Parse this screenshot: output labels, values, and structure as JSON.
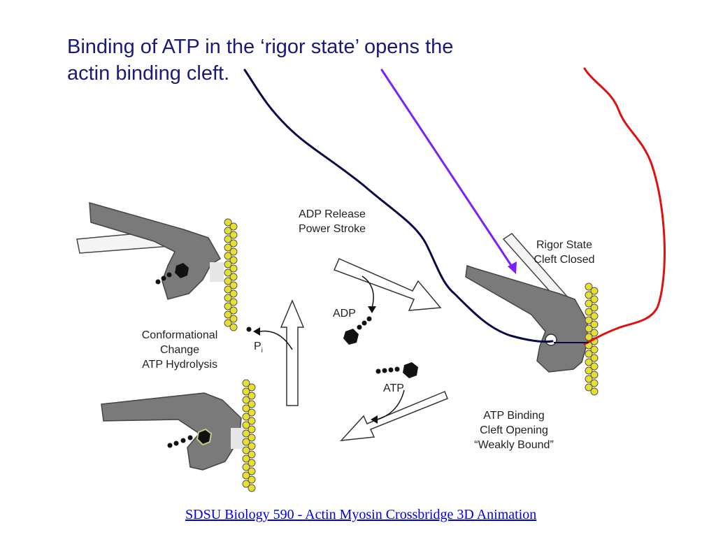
{
  "slide": {
    "title_line1": "Binding of ATP in the ‘rigor state’ opens the",
    "title_line2": "actin binding cleft."
  },
  "labels": {
    "adp_release_l1": "ADP Release",
    "adp_release_l2": "Power Stroke",
    "rigor_l1": "Rigor State",
    "rigor_l2": "Cleft Closed",
    "conf_l1": "Conformational",
    "conf_l2": "Change",
    "conf_l3": "ATP Hydrolysis",
    "pi_main": "P",
    "pi_sub": "i",
    "adp": "ADP",
    "atp": "ATP",
    "atp_binding_l1": "ATP Binding",
    "atp_binding_l2": "Cleft Opening",
    "atp_binding_l3": "“Weakly Bound”"
  },
  "footer": {
    "link_text": "SDSU Biology 590 - Actin Myosin Crossbridge 3D Animation"
  },
  "colors": {
    "title_text": "#1a1a7a",
    "myosin_head": "#7a7a7a",
    "actin_bead": "#e8e030",
    "annotation_navy": "#0a0a4a",
    "annotation_purple": "#7a1fff",
    "annotation_red": "#e01010",
    "link": "#0000ee"
  }
}
